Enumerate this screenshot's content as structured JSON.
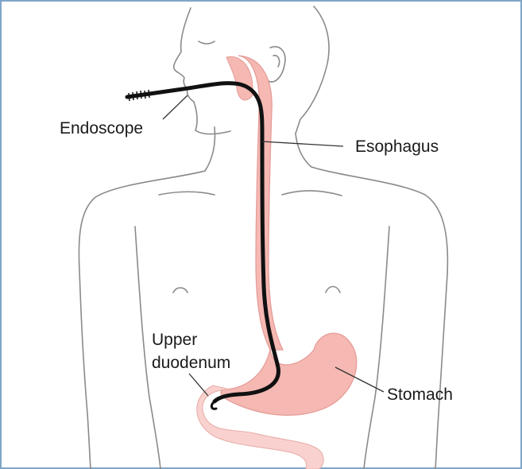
{
  "labels": {
    "endoscope": "Endoscope",
    "esophagus": "Esophagus",
    "upper_duodenum_line1": "Upper",
    "upper_duodenum_line2": "duodenum",
    "stomach": "Stomach"
  },
  "colors": {
    "frame": "#7fa6c9",
    "outline": "#8a8a8a",
    "tract_fill": "#f5b8b3",
    "tract_stroke": "#e59a95",
    "endoscope": "#111111",
    "leader": "#333333"
  }
}
